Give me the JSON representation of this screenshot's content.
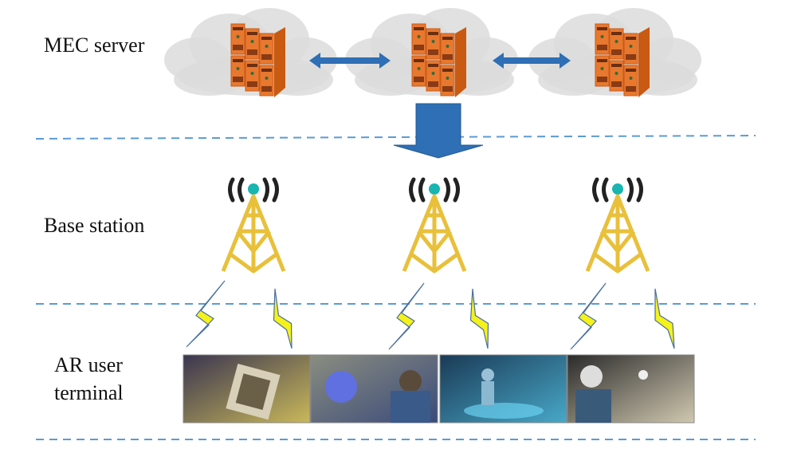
{
  "layers": {
    "mec": "MEC server",
    "base": "Base station",
    "ar_line1": "AR user",
    "ar_line2": "terminal"
  },
  "colors": {
    "dashed_line": "#5b9bd5",
    "arrow": "#2e6fb5",
    "server": "#e8782e",
    "tower": "#e8c03a",
    "tower_dot": "#19b5b0",
    "lightning": "#f5f21a",
    "cloud": "#dcdcdc"
  },
  "icons": [
    "cloud-icon",
    "server-rack-icon",
    "double-arrow-icon",
    "down-arrow-icon",
    "cell-tower-icon",
    "lightning-icon",
    "ar-photo"
  ]
}
